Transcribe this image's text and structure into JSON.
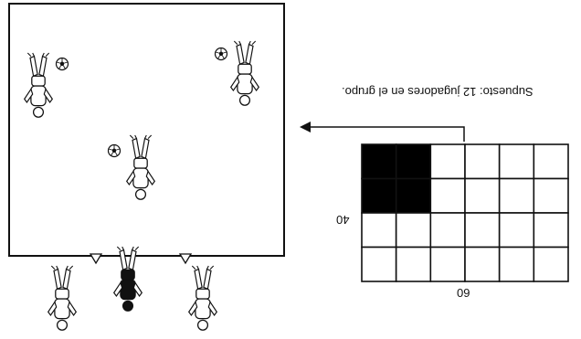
{
  "caption": "Supuesto: 12 jugadores en el grupo.",
  "grid": {
    "width_label": "60",
    "height_label": "40",
    "cols": 6,
    "rows": 4,
    "filled_cells": [
      [
        0,
        0
      ],
      [
        0,
        1
      ],
      [
        1,
        0
      ],
      [
        1,
        1
      ]
    ],
    "fill_color": "#000000"
  },
  "field": {
    "players_inside": 3,
    "players_outside": 3,
    "balls": 3,
    "cones": 2
  },
  "colors": {
    "line": "#111111",
    "player_light": "#ffffff",
    "player_dark": "#111111"
  }
}
